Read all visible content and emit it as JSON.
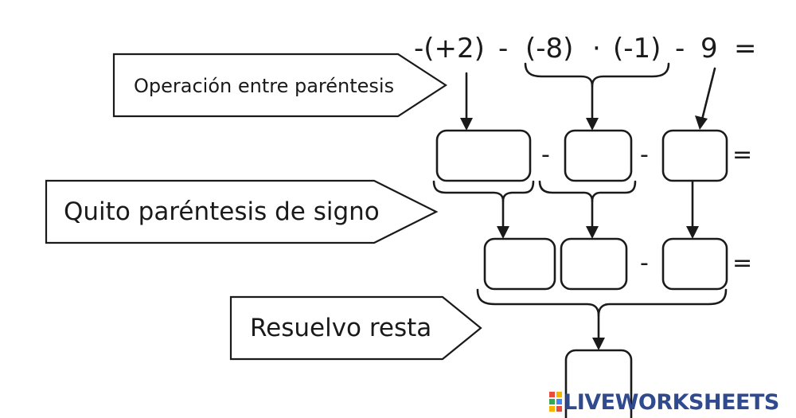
{
  "expression": {
    "parts": [
      "-(+2)",
      "-",
      "(-8)",
      "·",
      "(-1)",
      "-",
      "9",
      "="
    ]
  },
  "labels": {
    "step1": "Operación entre paréntesis",
    "step2": "Quito paréntesis de signo",
    "step3": "Resuelvo resta"
  },
  "row1": {
    "operators": [
      "-",
      "-",
      "="
    ]
  },
  "row2": {
    "operators": [
      "-",
      "="
    ]
  },
  "answer_boxes": {
    "row1": [
      "",
      "",
      ""
    ],
    "row2": [
      "",
      "",
      ""
    ],
    "row3": [
      ""
    ]
  },
  "brand": {
    "text": "LIVEWORKSHEETS",
    "color": "#2f4a8f"
  }
}
